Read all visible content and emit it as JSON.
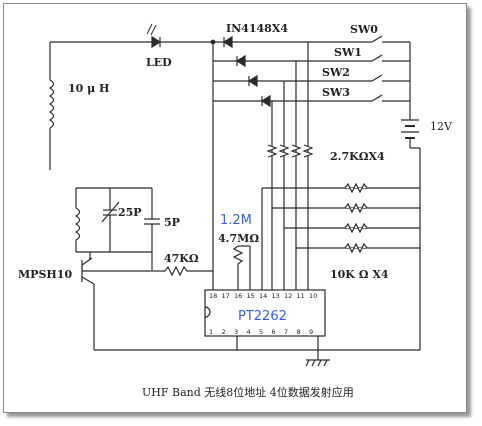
{
  "labels": {
    "led": "LED",
    "diodes": "IN4148X4",
    "sw0": "SW0",
    "sw1": "SW1",
    "sw2": "SW2",
    "sw3": "SW3",
    "inductor": "10 μ H",
    "battery": "12V",
    "pullups": "2.7KΩX4",
    "cap25": "25P",
    "cap5": "5P",
    "r12": "1.2M",
    "r47": "4.7MΩ",
    "r47k": "47KΩ",
    "transistor": "MPSH10",
    "r10k": "10K Ω  X4",
    "chip": "PT2262",
    "caption": "UHF Band 无线8位地址 4位数据发射应用"
  },
  "pins_top": [
    "18",
    "17",
    "16",
    "15",
    "14",
    "13",
    "12",
    "11",
    "10"
  ],
  "pins_bottom": [
    "1",
    "2",
    "3",
    "4",
    "5",
    "6",
    "7",
    "8",
    "9"
  ],
  "colors": {
    "wire": "#2b2b2b",
    "highlight": "#3a5fd0"
  }
}
